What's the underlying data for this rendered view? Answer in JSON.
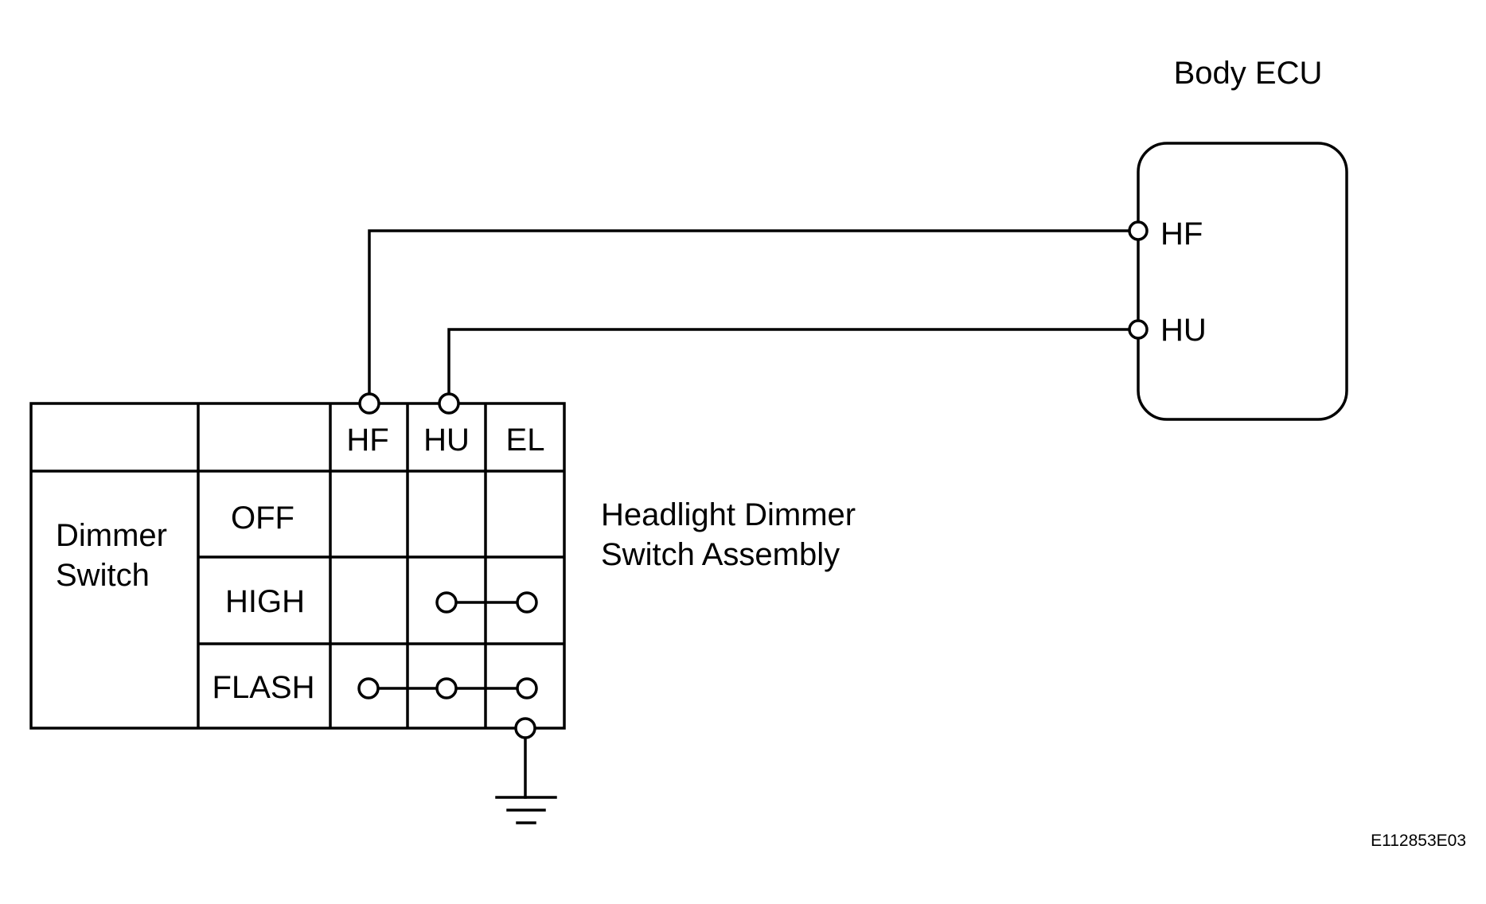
{
  "ecu": {
    "title": "Body ECU",
    "terminals": [
      "HF",
      "HU"
    ]
  },
  "switch_assembly": {
    "label_line1": "Headlight Dimmer",
    "label_line2": "Switch Assembly",
    "table": {
      "terminal_headers": [
        "HF",
        "HU",
        "EL"
      ],
      "row_group_label_line1": "Dimmer",
      "row_group_label_line2": "Switch",
      "positions": [
        {
          "name": "OFF",
          "connected": []
        },
        {
          "name": "HIGH",
          "connected": [
            "HU",
            "EL"
          ]
        },
        {
          "name": "FLASH",
          "connected": [
            "HF",
            "HU",
            "EL"
          ]
        }
      ]
    }
  },
  "figure_code": "E112853E03"
}
